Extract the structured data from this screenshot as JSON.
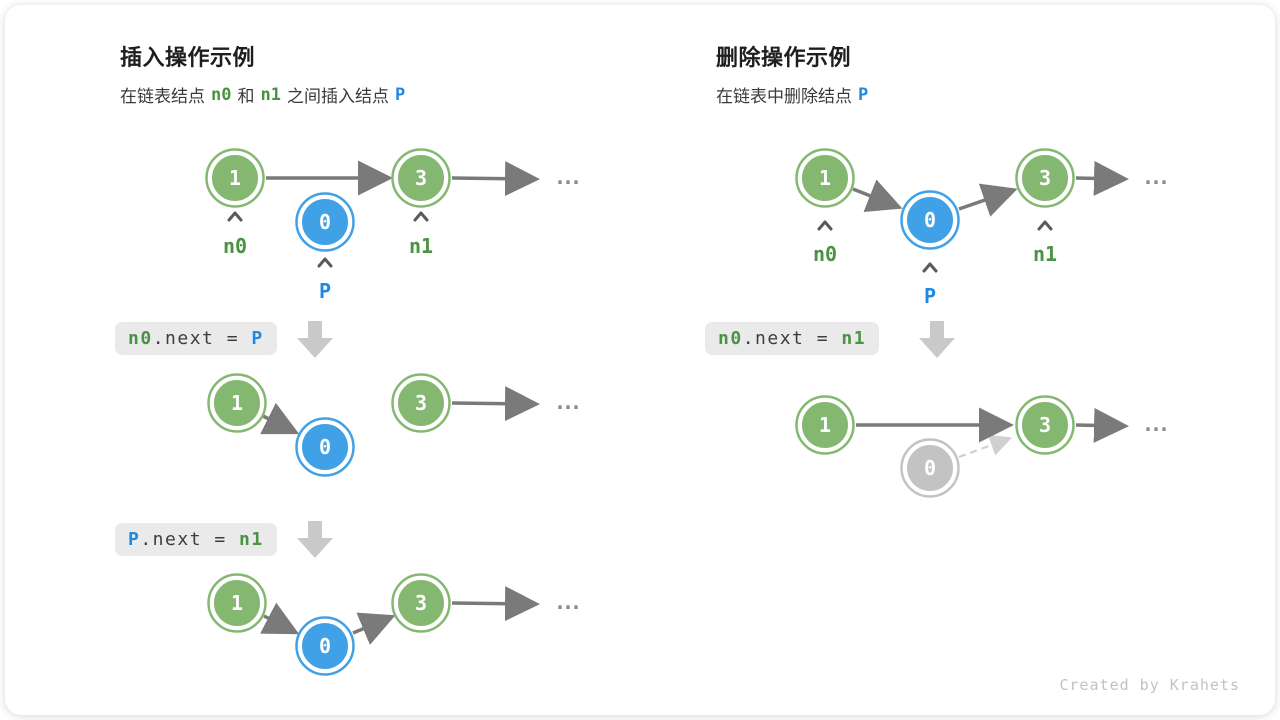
{
  "colors": {
    "node_green": "#84b871",
    "node_blue": "#41a1e6",
    "node_gray": "#c3c3c3",
    "text_green": "#4a9343",
    "text_blue": "#1e88e5",
    "arrow_gray": "#7a7a7a",
    "code_box_bg": "#eaeaea"
  },
  "shared": {
    "node_values": {
      "v1": "1",
      "v3": "3",
      "v0": "0"
    },
    "pointer_labels": {
      "n0": "n0",
      "n1": "n1",
      "p": "P"
    },
    "ellipsis": "..."
  },
  "left": {
    "title": "插入操作示例",
    "subtitle": {
      "t1": "在链表结点",
      "v1": "n0",
      "t2": "和",
      "v2": "n1",
      "t3": "之间插入结点",
      "v3": "P"
    },
    "code1": {
      "a": "n0",
      "b": ".next = ",
      "c": "P"
    },
    "code2": {
      "a": "P",
      "b": ".next = ",
      "c": "n1"
    }
  },
  "right": {
    "title": "删除操作示例",
    "subtitle": {
      "t1": "在链表中删除结点",
      "v1": "P"
    },
    "code1": {
      "a": "n0",
      "b": ".next = ",
      "c": "n1"
    }
  },
  "footer": "Created by Krahets"
}
